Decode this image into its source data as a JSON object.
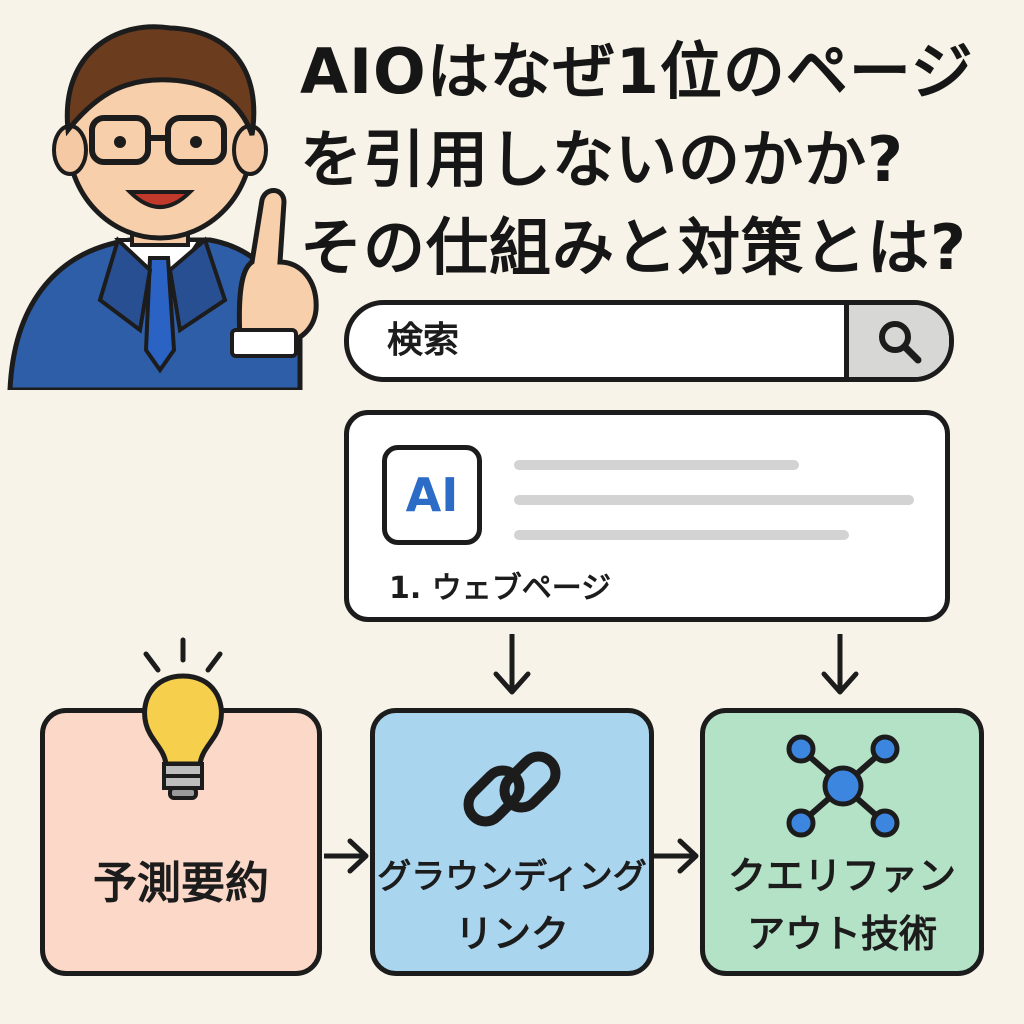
{
  "title": {
    "line1": "AIOはなぜ1位のページ",
    "line2": "を引用しないのかか?",
    "line3": "その仕組みと対策とは?"
  },
  "search": {
    "query": "検索",
    "icon": "search-icon"
  },
  "result_card": {
    "badge": "AI",
    "label": "1.  ウェブページ"
  },
  "boxes": [
    {
      "label": "予測要約",
      "icon": "lightbulb-icon",
      "color": "#fbd8c8"
    },
    {
      "label_line1": "グラウンディング",
      "label_line2": "リンク",
      "icon": "chain-link-icon",
      "color": "#a9d5ef"
    },
    {
      "label_line1": "クエリファン",
      "label_line2": "アウト技術",
      "icon": "network-nodes-icon",
      "color": "#b4e2c6"
    }
  ],
  "colors": {
    "background": "#f8f3e8",
    "ai_blue": "#2d6cc6",
    "suit_blue": "#2f5ea8",
    "outline": "#1c1c1c"
  }
}
